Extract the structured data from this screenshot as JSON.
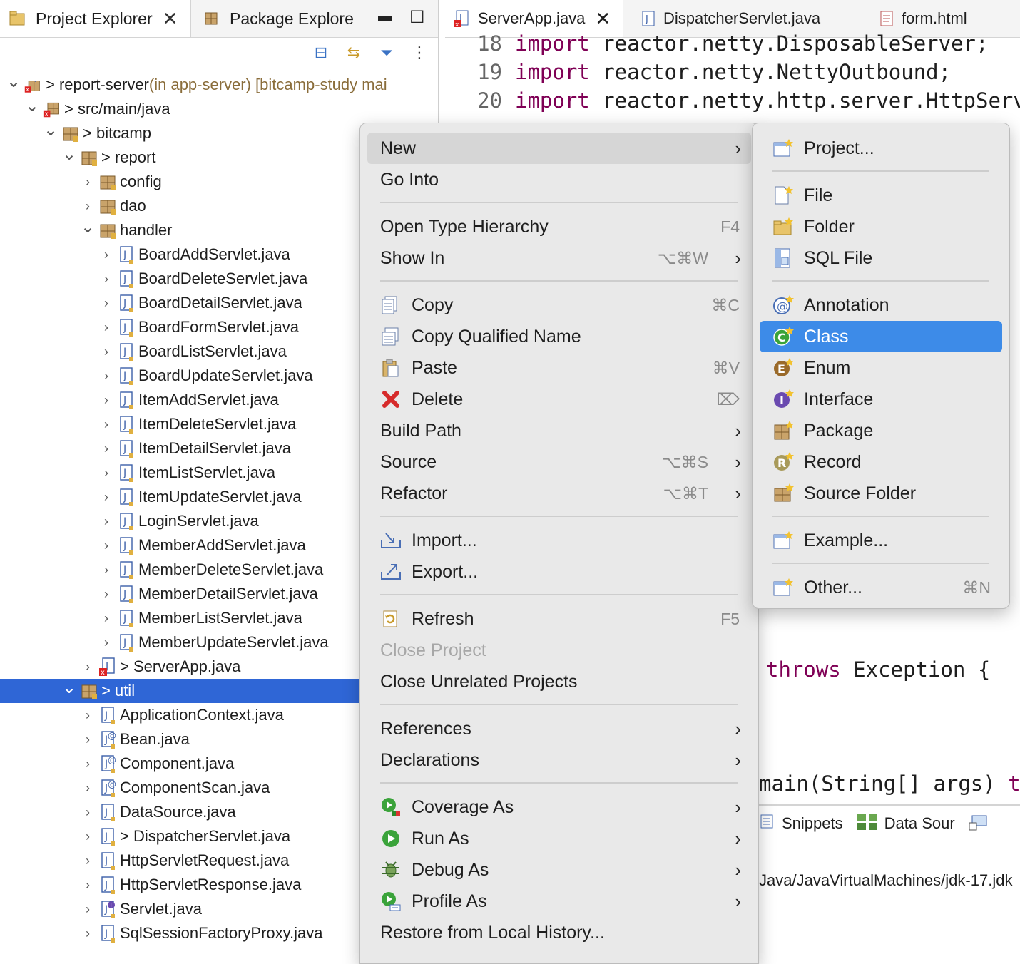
{
  "explorer": {
    "tabs": [
      {
        "label": "Project Explorer",
        "icon": "project-explorer-icon"
      },
      {
        "label": "Package Explore",
        "icon": "package-explorer-icon"
      }
    ],
    "tree": [
      {
        "label": "> report-server",
        "suffix": " (in app-server) [bitcamp-study mai",
        "icon": "project-icon",
        "expanded": true,
        "level": 0
      },
      {
        "label": "> src/main/java",
        "icon": "source-folder-icon",
        "expanded": true,
        "level": 1
      },
      {
        "label": "> bitcamp",
        "icon": "package-icon",
        "expanded": true,
        "level": 2
      },
      {
        "label": "> report",
        "icon": "package-icon",
        "expanded": true,
        "level": 3
      },
      {
        "label": "config",
        "icon": "package-icon",
        "expanded": false,
        "level": 4
      },
      {
        "label": "dao",
        "icon": "package-icon",
        "expanded": false,
        "level": 4
      },
      {
        "label": "handler",
        "icon": "package-icon",
        "expanded": true,
        "level": 4
      },
      {
        "label": "BoardAddServlet.java",
        "icon": "java-file-icon",
        "level": 5
      },
      {
        "label": "BoardDeleteServlet.java",
        "icon": "java-file-icon",
        "level": 5
      },
      {
        "label": "BoardDetailServlet.java",
        "icon": "java-file-icon",
        "level": 5
      },
      {
        "label": "BoardFormServlet.java",
        "icon": "java-file-icon",
        "level": 5
      },
      {
        "label": "BoardListServlet.java",
        "icon": "java-file-icon",
        "level": 5
      },
      {
        "label": "BoardUpdateServlet.java",
        "icon": "java-file-icon",
        "level": 5
      },
      {
        "label": "ItemAddServlet.java",
        "icon": "java-file-icon",
        "level": 5
      },
      {
        "label": "ItemDeleteServlet.java",
        "icon": "java-file-icon",
        "level": 5
      },
      {
        "label": "ItemDetailServlet.java",
        "icon": "java-file-icon",
        "level": 5
      },
      {
        "label": "ItemListServlet.java",
        "icon": "java-file-icon",
        "level": 5
      },
      {
        "label": "ItemUpdateServlet.java",
        "icon": "java-file-icon",
        "level": 5
      },
      {
        "label": "LoginServlet.java",
        "icon": "java-file-icon",
        "level": 5
      },
      {
        "label": "MemberAddServlet.java",
        "icon": "java-file-icon",
        "level": 5
      },
      {
        "label": "MemberDeleteServlet.java",
        "icon": "java-file-icon",
        "level": 5
      },
      {
        "label": "MemberDetailServlet.java",
        "icon": "java-file-icon",
        "level": 5
      },
      {
        "label": "MemberListServlet.java",
        "icon": "java-file-icon",
        "level": 5
      },
      {
        "label": "MemberUpdateServlet.java",
        "icon": "java-file-icon",
        "level": 5
      },
      {
        "label": "> ServerApp.java",
        "icon": "java-file-error-icon",
        "level": 4
      },
      {
        "label": "> util",
        "icon": "package-icon",
        "expanded": true,
        "level": 3,
        "selected": true
      },
      {
        "label": "ApplicationContext.java",
        "icon": "java-file-icon",
        "level": 4
      },
      {
        "label": "Bean.java",
        "icon": "annotation-file-icon",
        "level": 4
      },
      {
        "label": "Component.java",
        "icon": "annotation-file-icon",
        "level": 4
      },
      {
        "label": "ComponentScan.java",
        "icon": "annotation-file-icon",
        "level": 4
      },
      {
        "label": "DataSource.java",
        "icon": "java-file-icon",
        "level": 4
      },
      {
        "label": "> DispatcherServlet.java",
        "icon": "java-file-icon",
        "level": 4
      },
      {
        "label": "HttpServletRequest.java",
        "icon": "java-file-icon",
        "level": 4
      },
      {
        "label": "HttpServletResponse.java",
        "icon": "java-file-icon",
        "level": 4
      },
      {
        "label": "Servlet.java",
        "icon": "interface-file-icon",
        "level": 4
      },
      {
        "label": "SqlSessionFactoryProxy.java",
        "icon": "java-file-icon",
        "level": 4
      }
    ]
  },
  "editor": {
    "tabs": [
      {
        "label": "ServerApp.java",
        "icon": "java-file-error-icon",
        "closable": true
      },
      {
        "label": "DispatcherServlet.java",
        "icon": "java-file-icon"
      },
      {
        "label": "form.html",
        "icon": "html-file-icon"
      }
    ],
    "lines": [
      {
        "num": "18",
        "kw": "import",
        "text": " reactor.netty.DisposableServer;"
      },
      {
        "num": "19",
        "kw": "import",
        "text": " reactor.netty.NettyOutbound;"
      },
      {
        "num": "20",
        "kw": "import",
        "text": " reactor.netty.http.server.HttpServer;"
      }
    ],
    "throws_line": {
      "kw": "throws",
      "text": " Exception {"
    },
    "main_line": {
      "text": "main(String[] args) ",
      "kw": "thro"
    },
    "bottom_tabs": [
      {
        "label": "Snippets",
        "icon": "snippets-icon"
      },
      {
        "label": "Data Sour",
        "icon": "data-source-icon"
      }
    ],
    "jvm_path": "Java/JavaVirtualMachines/jdk-17.jdk"
  },
  "context_menu": {
    "items": [
      {
        "label": "New",
        "submenu": true,
        "hover": true
      },
      {
        "label": "Go Into"
      },
      {
        "sep": true
      },
      {
        "label": "Open Type Hierarchy",
        "shortcut": "F4"
      },
      {
        "label": "Show In",
        "shortcut": "⌥⌘W",
        "submenu": true
      },
      {
        "sep": true
      },
      {
        "label": "Copy",
        "icon": "copy-icon",
        "shortcut": "⌘C"
      },
      {
        "label": "Copy Qualified Name",
        "icon": "copy-qualified-name-icon"
      },
      {
        "label": "Paste",
        "icon": "paste-icon",
        "shortcut": "⌘V"
      },
      {
        "label": "Delete",
        "icon": "delete-icon",
        "shortcut": "⌦"
      },
      {
        "label": "Build Path",
        "submenu": true
      },
      {
        "label": "Source",
        "shortcut": "⌥⌘S",
        "submenu": true
      },
      {
        "label": "Refactor",
        "shortcut": "⌥⌘T",
        "submenu": true
      },
      {
        "sep": true
      },
      {
        "label": "Import...",
        "icon": "import-icon"
      },
      {
        "label": "Export...",
        "icon": "export-icon"
      },
      {
        "sep": true
      },
      {
        "label": "Refresh",
        "icon": "refresh-icon",
        "shortcut": "F5"
      },
      {
        "label": "Close Project",
        "disabled": true
      },
      {
        "label": "Close Unrelated Projects"
      },
      {
        "sep": true
      },
      {
        "label": "References",
        "submenu": true
      },
      {
        "label": "Declarations",
        "submenu": true
      },
      {
        "sep": true
      },
      {
        "label": "Coverage As",
        "icon": "coverage-icon",
        "submenu": true
      },
      {
        "label": "Run As",
        "icon": "run-icon",
        "submenu": true
      },
      {
        "label": "Debug As",
        "icon": "debug-icon",
        "submenu": true
      },
      {
        "label": "Profile As",
        "icon": "profile-icon",
        "submenu": true
      },
      {
        "label": "Restore from Local History..."
      }
    ]
  },
  "new_submenu": {
    "items": [
      {
        "label": "Project...",
        "icon": "new-project-icon"
      },
      {
        "sep": true
      },
      {
        "label": "File",
        "icon": "new-file-icon"
      },
      {
        "label": "Folder",
        "icon": "new-folder-icon"
      },
      {
        "label": "SQL File",
        "icon": "sql-file-icon"
      },
      {
        "sep": true
      },
      {
        "label": "Annotation",
        "icon": "new-annotation-icon"
      },
      {
        "label": "Class",
        "icon": "new-class-icon",
        "selected": true
      },
      {
        "label": "Enum",
        "icon": "new-enum-icon"
      },
      {
        "label": "Interface",
        "icon": "new-interface-icon"
      },
      {
        "label": "Package",
        "icon": "new-package-icon"
      },
      {
        "label": "Record",
        "icon": "new-record-icon"
      },
      {
        "label": "Source Folder",
        "icon": "new-source-folder-icon"
      },
      {
        "sep": true
      },
      {
        "label": "Example...",
        "icon": "new-example-icon"
      },
      {
        "sep": true
      },
      {
        "label": "Other...",
        "icon": "new-other-icon",
        "shortcut": "⌘N"
      }
    ]
  },
  "colors": {
    "selection": "#2f66d6",
    "menu_selected": "#3d8be8",
    "keyword": "#7f0055"
  }
}
